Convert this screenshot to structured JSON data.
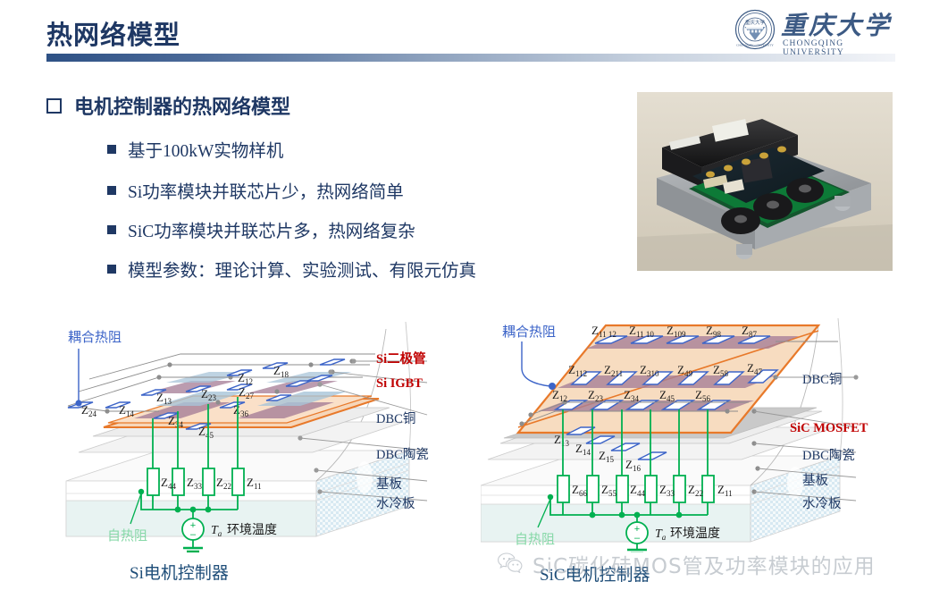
{
  "header": {
    "title": "热网络模型",
    "logo": {
      "seal_icon": "university-seal-icon",
      "wordmark": "重庆大学",
      "subtitle": "CHONGQING UNIVERSITY"
    }
  },
  "content": {
    "heading": "电机控制器的热网络模型",
    "heading_marker": "hollow-square-bullet-icon",
    "bullets": [
      "基于100kW实物样机",
      "Si功率模块并联芯片少，热网络简单",
      "SiC功率模块并联芯片多，热网络复杂",
      "模型参数：理论计算、实验测试、有限元仿真"
    ],
    "photo": {
      "name": "prototype-photo",
      "alt": "100kW 电机控制器实物样机照片"
    }
  },
  "diagrams": [
    {
      "id": "si-controller",
      "caption": "Si电机控制器",
      "annotation_left": "耦合热阻",
      "annotation_self": "自热阻",
      "ambient_label": "Ta",
      "ambient_text": "环境温度",
      "source_icon": "voltage-source-icon",
      "ground_icon": "ground-icon",
      "layer_labels": [
        {
          "text": "Si二极管",
          "color": "#C00000",
          "bold": true
        },
        {
          "text": "Si IGBT",
          "color": "#C00000",
          "bold": true
        },
        {
          "text": "DBC铜",
          "color": "#1F3864",
          "bold": false
        },
        {
          "text": "DBC陶瓷",
          "color": "#1F3864",
          "bold": false
        },
        {
          "text": "基板",
          "color": "#1F3864",
          "bold": false
        },
        {
          "text": "水冷板",
          "color": "#1F3864",
          "bold": false
        }
      ],
      "coupling_impedances": [
        "Z24",
        "Z14",
        "Z13",
        "Z23",
        "Z12",
        "Z18",
        "Z27",
        "Z34",
        "Z36",
        "Z45"
      ],
      "self_impedances": [
        "Z44",
        "Z33",
        "Z22",
        "Z11"
      ]
    },
    {
      "id": "sic-controller",
      "caption": "SiC电机控制器",
      "annotation_left": "耦合热阻",
      "annotation_self": "自热阻",
      "ambient_label": "Ta",
      "ambient_text": "环境温度",
      "source_icon": "voltage-source-icon",
      "ground_icon": "ground-icon",
      "layer_labels": [
        {
          "text": "DBC铜",
          "color": "#1F3864",
          "bold": false
        },
        {
          "text": "SiC MOSFET",
          "color": "#C00000",
          "bold": true
        },
        {
          "text": "DBC陶瓷",
          "color": "#1F3864",
          "bold": false
        },
        {
          "text": "基板",
          "color": "#1F3864",
          "bold": false
        },
        {
          "text": "水冷板",
          "color": "#1F3864",
          "bold": false
        }
      ],
      "row_top": [
        "Z11 12",
        "Z11 10",
        "Z109",
        "Z98",
        "Z87"
      ],
      "row_mid": [
        "Z112",
        "Z211",
        "Z310",
        "Z49",
        "Z58",
        "Z47"
      ],
      "row_low": [
        "Z12",
        "Z23",
        "Z34",
        "Z45",
        "Z56"
      ],
      "row_diag": [
        "Z13",
        "Z14",
        "Z15",
        "Z16"
      ],
      "self_impedances": [
        "Z66",
        "Z55",
        "Z44",
        "Z33",
        "Z22",
        "Z11"
      ]
    }
  ],
  "watermark": {
    "icon": "wechat-icon",
    "text": "SiC碳化硅MOS管及功率模块的应用"
  },
  "colors": {
    "accent_dark_blue": "#1F3864",
    "accent_red": "#C00000",
    "circuit_green": "#00B050",
    "coupling_blue": "#3C64C8",
    "copper_orange": "#E8792A",
    "chip_purple": "#A88098",
    "chip_blue": "#A8C4D8"
  }
}
